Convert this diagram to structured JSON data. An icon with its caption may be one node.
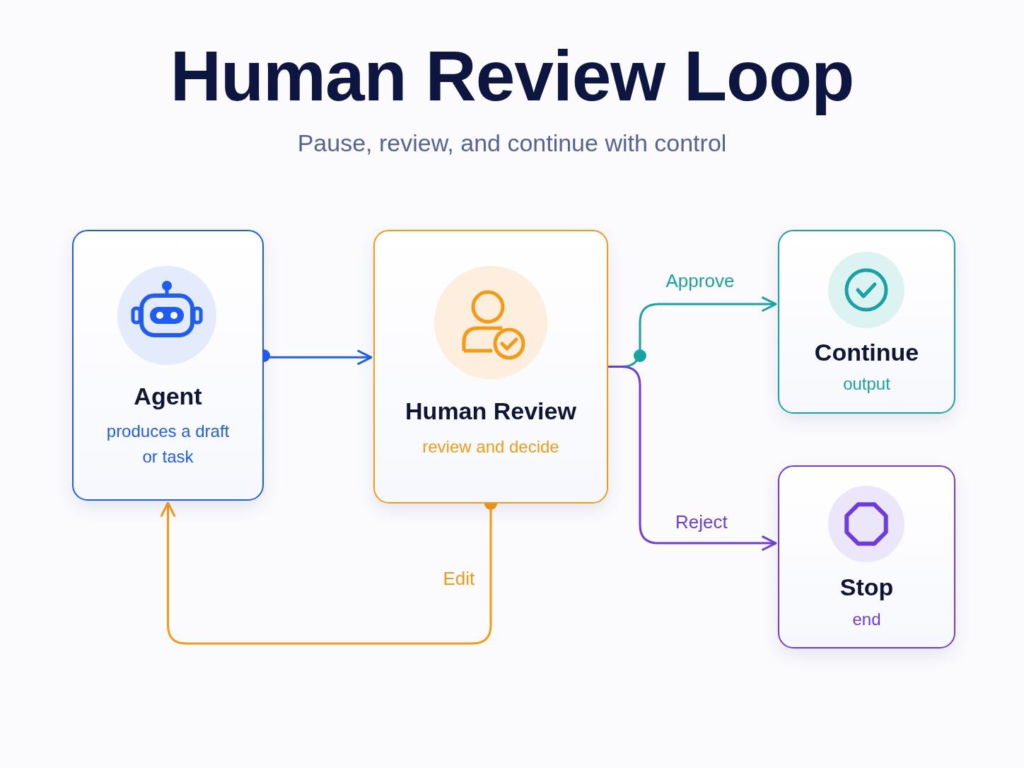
{
  "diagram": {
    "title": "Human Review Loop",
    "caption": "Pause, review, and continue with control",
    "nodes": [
      {
        "text": [
          "Agent",
          "produces a draft or task"
        ]
      },
      {
        "text": [
          "Human Review",
          "review and decide"
        ]
      },
      {
        "text": [
          "Continue",
          "output"
        ]
      },
      {
        "text": [
          "Stop",
          "end"
        ]
      }
    ],
    "edges": [
      {
        "from": 0,
        "to": 1,
        "arrow": "to",
        "color": "#1f5cf5"
      },
      {
        "from": 1,
        "to": 2,
        "arrow": "to",
        "label": "Approve",
        "color": "#17a3a6"
      },
      {
        "from": 1,
        "to": 3,
        "arrow": "to",
        "label": "Reject",
        "color": "#6c3ce0"
      },
      {
        "from": 1,
        "to": 0,
        "arrow": "to",
        "label": "Edit",
        "color": "#f59a12"
      }
    ]
  }
}
